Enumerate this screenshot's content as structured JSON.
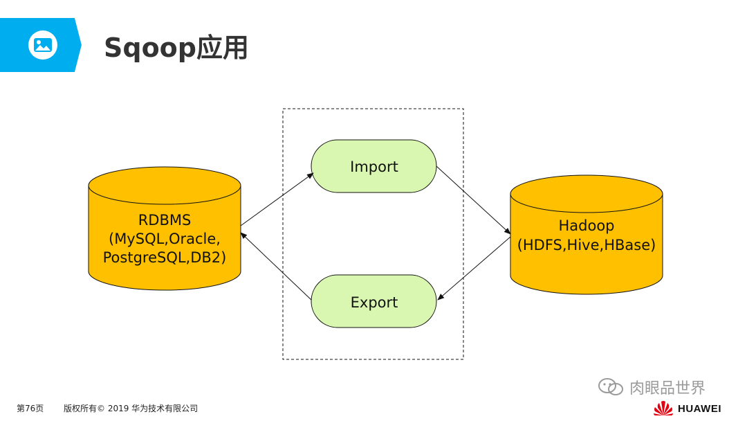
{
  "header": {
    "title": "Sqoop应用",
    "icon": "image-icon",
    "accent_color": "#00AEEF"
  },
  "diagram": {
    "rdbms": {
      "lines": [
        "RDBMS",
        "(MySQL,Oracle,",
        "PostgreSQL,DB2)"
      ],
      "fill": "#FFC000"
    },
    "hadoop": {
      "lines": [
        "Hadoop",
        "(HDFS,Hive,HBase)"
      ],
      "fill": "#FFC000"
    },
    "import_label": "Import",
    "export_label": "Export",
    "process_fill": "#D9F7B0",
    "process_stroke": "#6FBF3A"
  },
  "footer": {
    "page": "第76页",
    "copyright": "版权所有© 2019 华为技术有限公司",
    "watermark": "肉眼品世界",
    "brand": "HUAWEI"
  }
}
